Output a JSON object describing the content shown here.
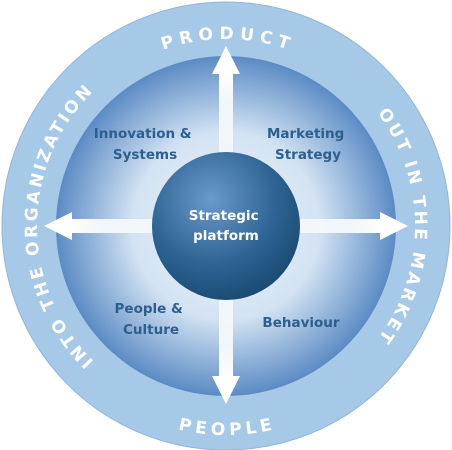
{
  "colors": {
    "outer_ring": "#a6c9e7",
    "outer_ring_edge": "#8fb7dc",
    "inner_disc_center": "#f1f6fc",
    "inner_disc_edge": "#5b8bc4",
    "core_light": "#6a9bca",
    "core_dark": "#184970",
    "quadrant_text": "#2d5f8e",
    "ring_text": "#ffffff",
    "center_text": "#ffffff",
    "arrow": "#ffffff"
  },
  "center": {
    "line1": "Strategic",
    "line2": "platform"
  },
  "quadrants": {
    "top_left": {
      "line1": "Innovation &",
      "line2": "Systems"
    },
    "top_right": {
      "line1": "Marketing",
      "line2": "Strategy"
    },
    "bottom_left": {
      "line1": "People &",
      "line2": "Culture"
    },
    "bottom_right": {
      "line1": "Behaviour"
    }
  },
  "ring_labels": {
    "top": "PRODUCT",
    "bottom": "PEOPLE",
    "left": "INTO THE ORGANIZATION",
    "right": "OUT IN THE MARKET"
  },
  "icons": {
    "arrows": [
      "arrow-up-icon",
      "arrow-down-icon",
      "arrow-left-icon",
      "arrow-right-icon"
    ]
  }
}
